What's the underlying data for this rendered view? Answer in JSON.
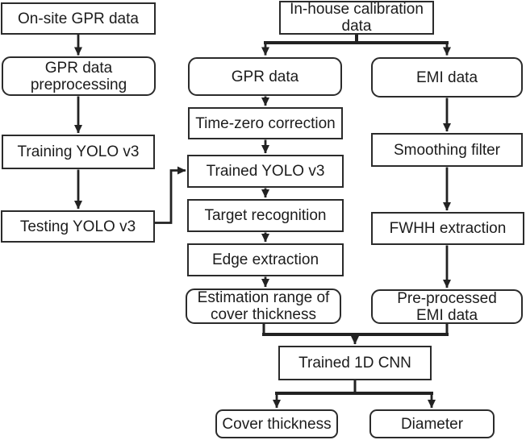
{
  "diagram": {
    "type": "flowchart",
    "colors": {
      "background": "#ffffff",
      "box_fill": "#ffffff",
      "box_border": "#2b2b2b",
      "line": "#222222",
      "text": "#1c1c1c"
    },
    "nodes": {
      "onsite_gpr_data": {
        "label": "On-site GPR data",
        "shape": "rect"
      },
      "gpr_preprocessing": {
        "label": "GPR data\npreprocessing",
        "shape": "rounded"
      },
      "training_yolo_v3": {
        "label": "Training YOLO v3",
        "shape": "rect"
      },
      "testing_yolo_v3": {
        "label": "Testing YOLO v3",
        "shape": "rect"
      },
      "inhouse_calibration": {
        "label": "In-house calibration\ndata",
        "shape": "rect"
      },
      "gpr_data": {
        "label": "GPR data",
        "shape": "rounded"
      },
      "time_zero_correction": {
        "label": "Time-zero correction",
        "shape": "rect"
      },
      "trained_yolo_v3": {
        "label": "Trained YOLO v3",
        "shape": "rect"
      },
      "target_recognition": {
        "label": "Target recognition",
        "shape": "rect"
      },
      "edge_extraction": {
        "label": "Edge extraction",
        "shape": "rect"
      },
      "estimation_range": {
        "label": "Estimation range of\ncover thickness",
        "shape": "rounded"
      },
      "emi_data": {
        "label": "EMI data",
        "shape": "rounded"
      },
      "smoothing_filter": {
        "label": "Smoothing filter",
        "shape": "rect"
      },
      "fwhh_extraction": {
        "label": "FWHH extraction",
        "shape": "rect"
      },
      "preprocessed_emi": {
        "label": "Pre-processed\nEMI data",
        "shape": "rounded"
      },
      "trained_1d_cnn": {
        "label": "Trained 1D CNN",
        "shape": "rect"
      },
      "cover_thickness": {
        "label": "Cover thickness",
        "shape": "rounded"
      },
      "diameter": {
        "label": "Diameter",
        "shape": "rounded"
      }
    },
    "edges": [
      {
        "from": "onsite_gpr_data",
        "to": "gpr_preprocessing"
      },
      {
        "from": "gpr_preprocessing",
        "to": "training_yolo_v3"
      },
      {
        "from": "training_yolo_v3",
        "to": "testing_yolo_v3"
      },
      {
        "from": "testing_yolo_v3",
        "to": "trained_yolo_v3"
      },
      {
        "from": "inhouse_calibration",
        "to": "gpr_data"
      },
      {
        "from": "inhouse_calibration",
        "to": "emi_data"
      },
      {
        "from": "gpr_data",
        "to": "time_zero_correction"
      },
      {
        "from": "time_zero_correction",
        "to": "trained_yolo_v3"
      },
      {
        "from": "trained_yolo_v3",
        "to": "target_recognition"
      },
      {
        "from": "target_recognition",
        "to": "edge_extraction"
      },
      {
        "from": "edge_extraction",
        "to": "estimation_range"
      },
      {
        "from": "emi_data",
        "to": "smoothing_filter"
      },
      {
        "from": "smoothing_filter",
        "to": "fwhh_extraction"
      },
      {
        "from": "fwhh_extraction",
        "to": "preprocessed_emi"
      },
      {
        "from": "estimation_range",
        "to": "trained_1d_cnn"
      },
      {
        "from": "preprocessed_emi",
        "to": "trained_1d_cnn"
      },
      {
        "from": "trained_1d_cnn",
        "to": "cover_thickness"
      },
      {
        "from": "trained_1d_cnn",
        "to": "diameter"
      }
    ]
  }
}
